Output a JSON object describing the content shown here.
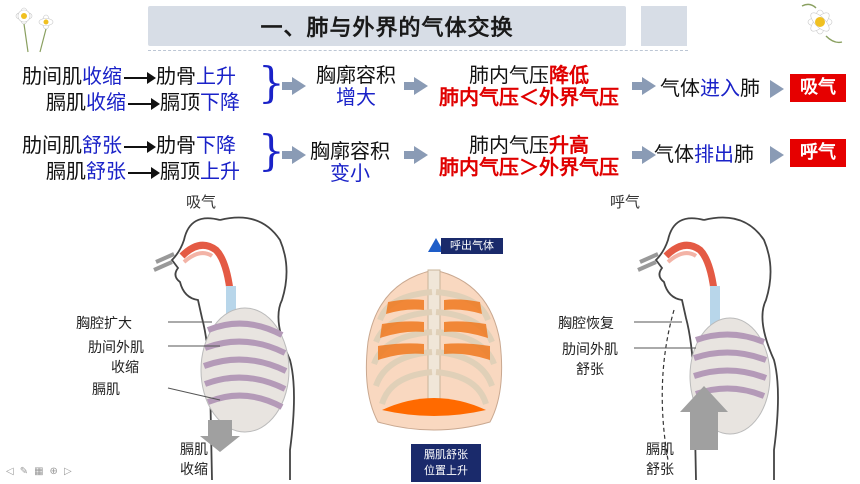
{
  "title": "一、肺与外界的气体交换",
  "inhale": {
    "line1_part1": "肋间肌",
    "line1_part2": "收缩",
    "line1_result1": "肋骨",
    "line1_result2": "上升",
    "line2_part1": "膈肌",
    "line2_part2": "收缩",
    "line2_result1": "膈顶",
    "line2_result2": "下降",
    "volume_label": "胸廓容积",
    "volume_change": "增大",
    "pressure_part1": "肺内气压",
    "pressure_part2": "降低",
    "pressure_compare": "肺内气压＜外界气压",
    "air_part1": "气体",
    "air_part2": "进入",
    "air_part3": "肺",
    "badge": "吸气"
  },
  "exhale": {
    "line1_part1": "肋间肌",
    "line1_part2": "舒张",
    "line1_result1": "肋骨",
    "line1_result2": "下降",
    "line2_part1": "膈肌",
    "line2_part2": "舒张",
    "line2_result1": "膈顶",
    "line2_result2": "上升",
    "volume_label": "胸廓容积",
    "volume_change": "变小",
    "pressure_part1": "肺内气压",
    "pressure_part2": "升高",
    "pressure_compare": "肺内气压＞外界气压",
    "air_part1": "气体",
    "air_part2": "排出",
    "air_part3": "肺",
    "badge": "呼气"
  },
  "left_figure": {
    "caption": "吸气",
    "label_chest": "胸腔扩大",
    "label_muscle1": "肋间外肌",
    "label_muscle2": "收缩",
    "label_diaphragm": "膈肌",
    "label_bottom1": "膈肌",
    "label_bottom2": "收缩"
  },
  "middle_figure": {
    "top_label": "呼出气体",
    "bottom_line1": "膈肌舒张",
    "bottom_line2": "位置上升"
  },
  "right_figure": {
    "caption": "呼气",
    "label_chest": "胸腔恢复",
    "label_muscle1": "肋间外肌",
    "label_muscle2": "舒张",
    "label_bottom1": "膈肌",
    "label_bottom2": "舒张"
  },
  "colors": {
    "accent_blue": "#1a22c8",
    "accent_red": "#e00000",
    "title_bg": "#d7dde6",
    "arrow_gray": "#8a9bb5"
  }
}
